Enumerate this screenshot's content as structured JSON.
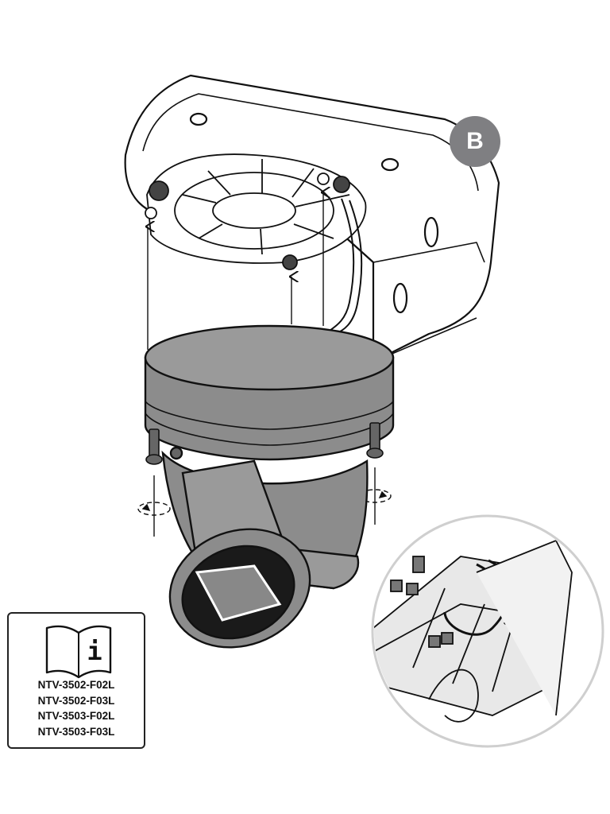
{
  "step_badge": {
    "label": "B",
    "color": "#7f7f82"
  },
  "manual_reference": {
    "icon": "manual-info-icon",
    "icon_glyph": "i",
    "models": [
      "NTV-3502-F02L",
      "NTV-3502-F03L",
      "NTV-3503-F02L",
      "NTV-3503-F03L"
    ]
  },
  "illustration": {
    "subject": "dome camera being attached to wall mount bracket",
    "line_color": "#111111",
    "shade_color": "#8c8c8c",
    "detail_circle_color": "#cfcfcf"
  }
}
